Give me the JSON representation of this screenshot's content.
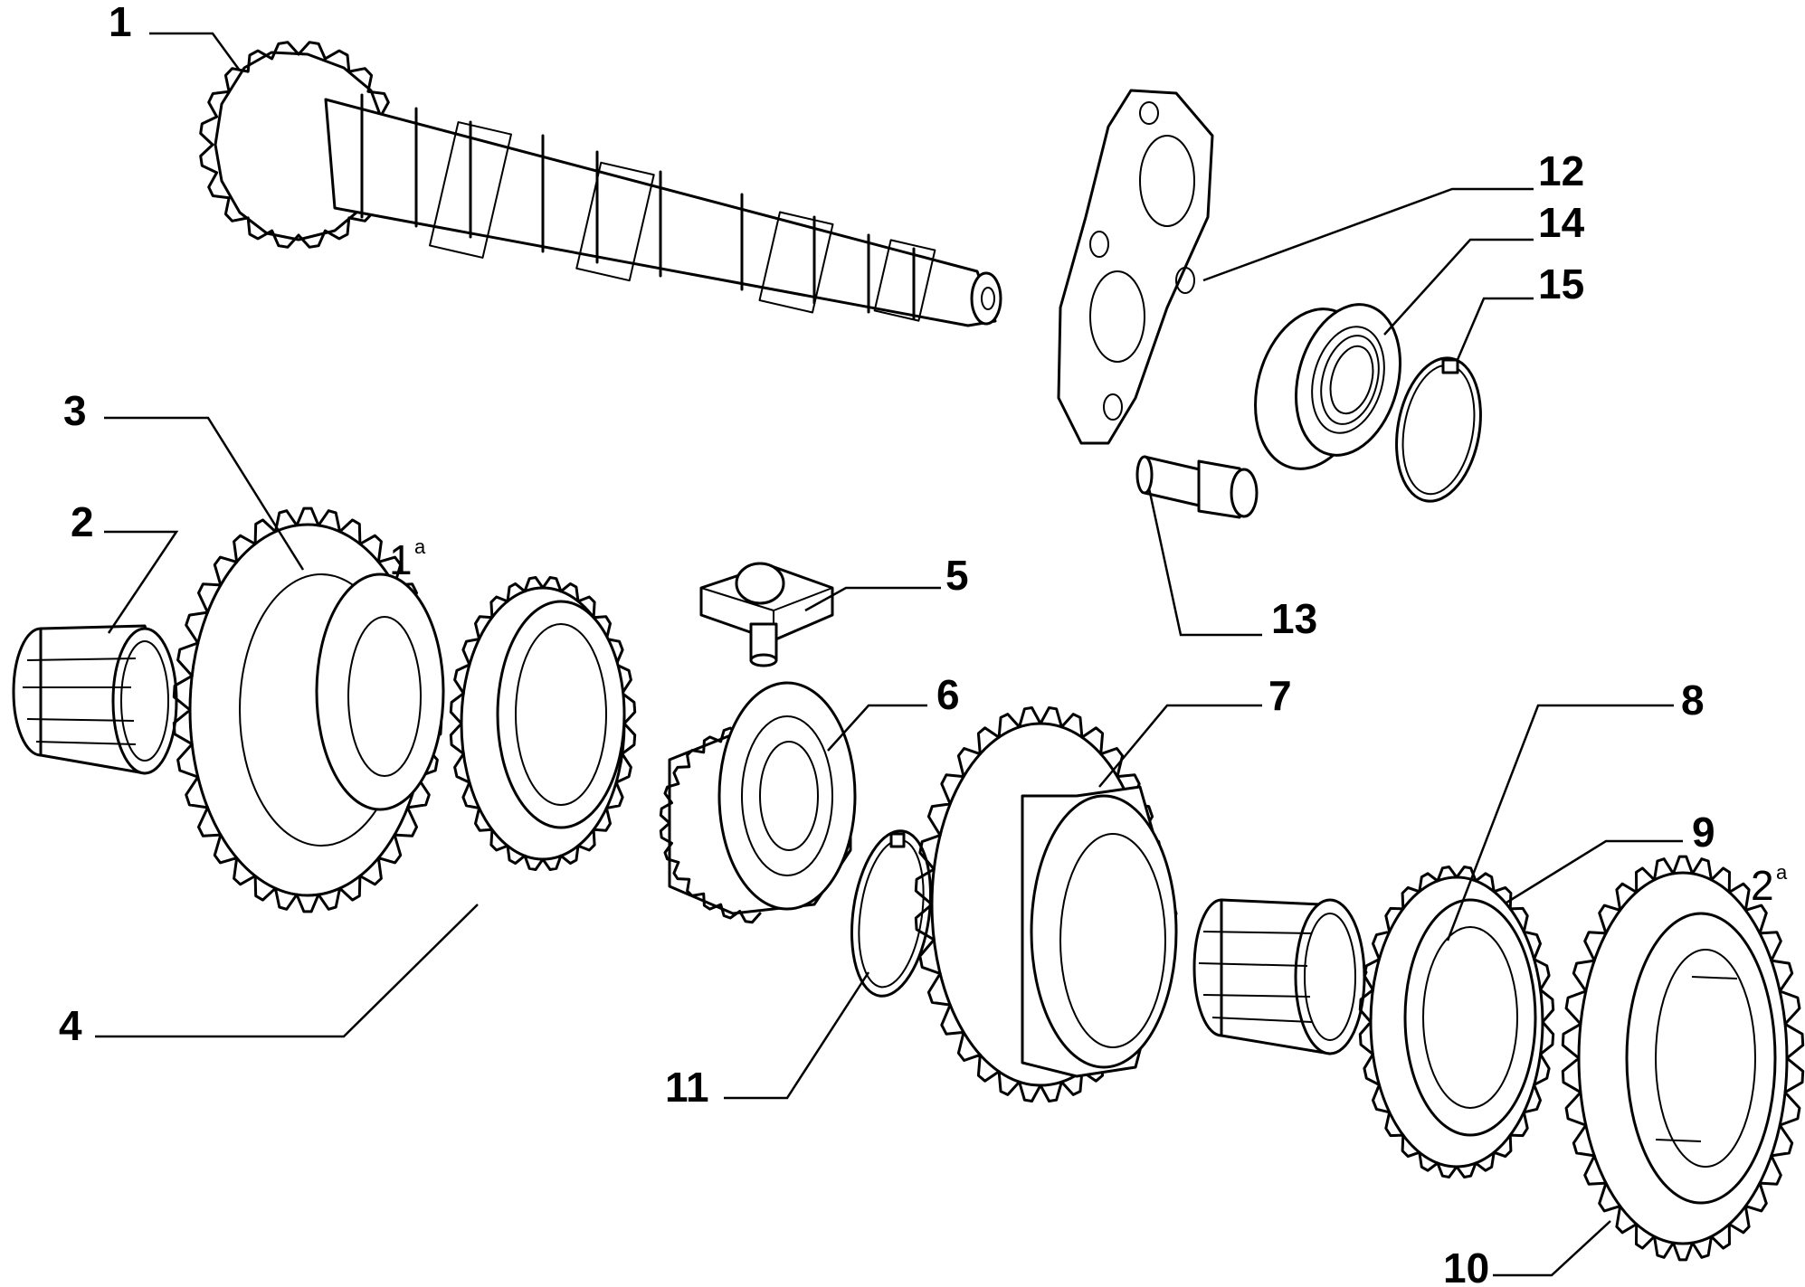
{
  "callouts": {
    "c1": "1",
    "c2": "2",
    "c3": "3",
    "c4": "4",
    "c5": "5",
    "c6": "6",
    "c7": "7",
    "c8": "8",
    "c9": "9",
    "c10": "10",
    "c11": "11",
    "c12": "12",
    "c13": "13",
    "c14": "14",
    "c15": "15"
  },
  "gear_labels": {
    "first": {
      "num": "1",
      "sup": "a"
    },
    "second": {
      "num": "2",
      "sup": "a"
    }
  },
  "colors": {
    "ink": "#000000",
    "paper": "#ffffff"
  }
}
